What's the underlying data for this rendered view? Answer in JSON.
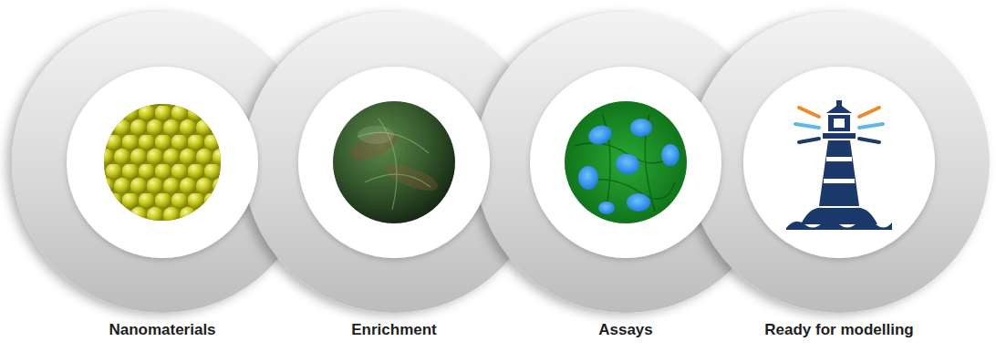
{
  "diagram": {
    "nodes": [
      {
        "text": [
          "Nanomaterials"
        ]
      },
      {
        "text": [
          "Enrichment"
        ]
      },
      {
        "text": [
          "Assays"
        ]
      },
      {
        "text": [
          "Ready for modelling"
        ]
      }
    ]
  }
}
